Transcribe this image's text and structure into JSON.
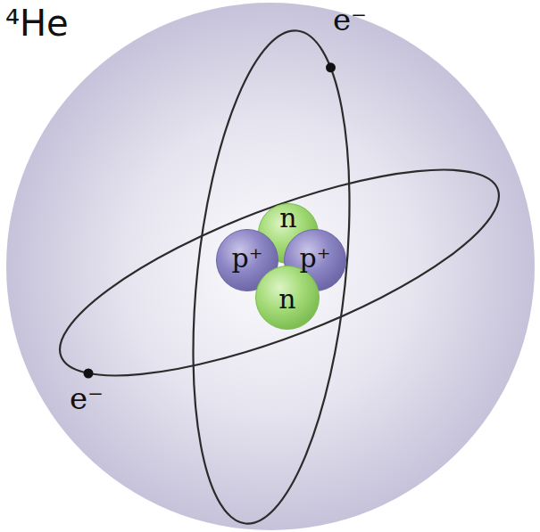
{
  "diagram": {
    "title": "⁴He",
    "nodes": [
      {
        "text": [
          "n"
        ]
      },
      {
        "text": [
          "p⁺"
        ]
      },
      {
        "text": [
          "p⁺"
        ]
      },
      {
        "text": [
          "n"
        ]
      }
    ],
    "labels": [
      "e⁻",
      "e⁻"
    ]
  }
}
